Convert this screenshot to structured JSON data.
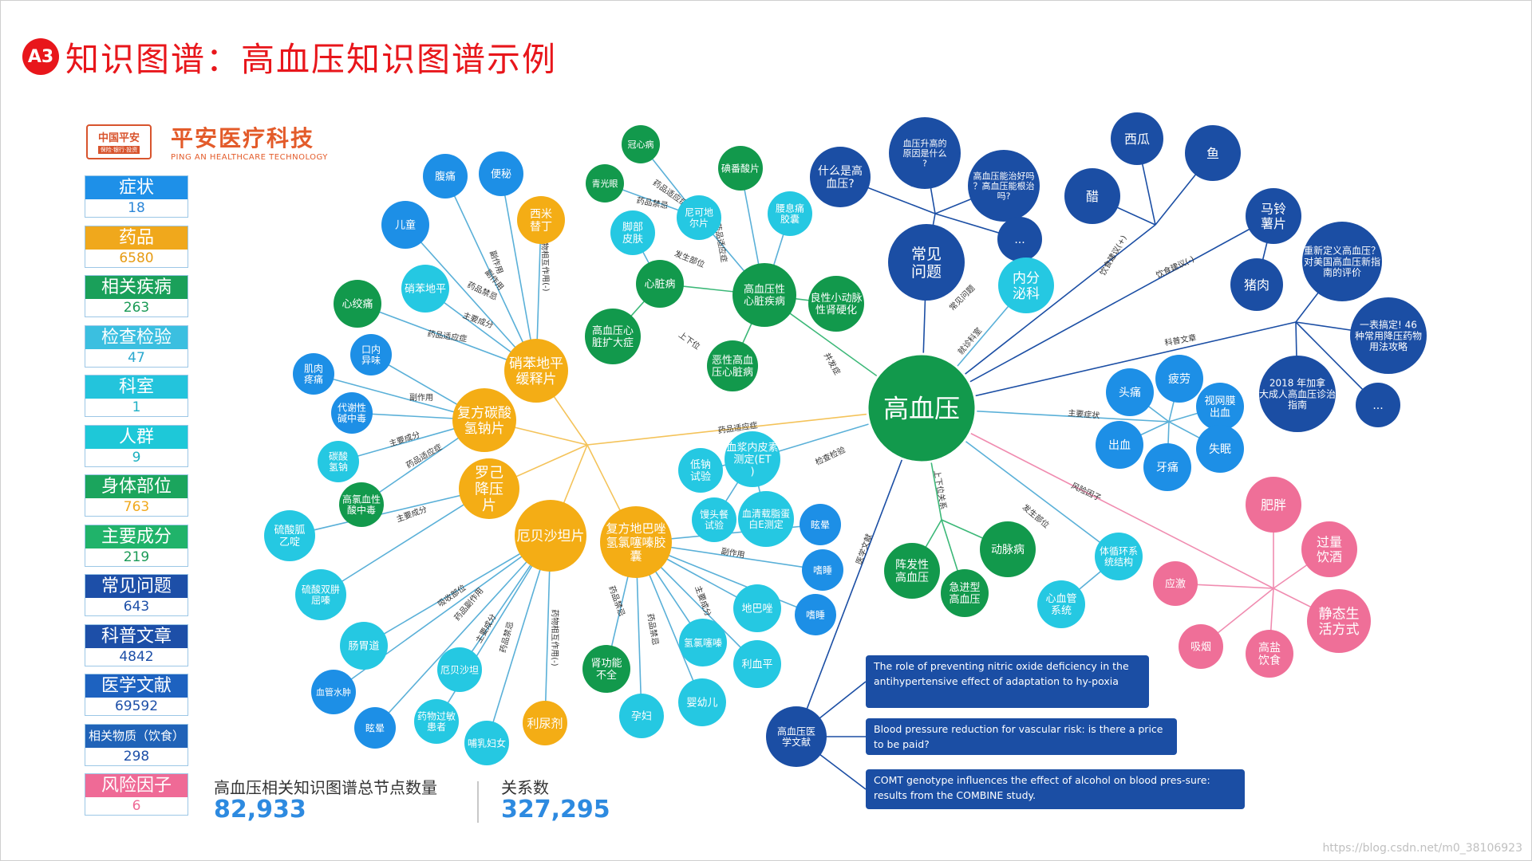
{
  "page": {
    "badge": "A3",
    "title": "知识图谱：高血压知识图谱示例",
    "watermark": "https://blog.csdn.net/m0_38106923"
  },
  "logo": {
    "box_line1": "中国平安",
    "box_line2": "保险·银行·投资",
    "brand_cn": "平安医疗科技",
    "brand_en": "PING AN HEALTHCARE TECHNOLOGY"
  },
  "legend": [
    {
      "label": "症状",
      "value": "18",
      "color": "#1e90e8",
      "valcolor": "#2b86d8"
    },
    {
      "label": "药品",
      "value": "6580",
      "color": "#f0a81c",
      "valcolor": "#e69b12"
    },
    {
      "label": "相关疾病",
      "value": "263",
      "color": "#1aa05a",
      "valcolor": "#1a9a56"
    },
    {
      "label": "检查检验",
      "value": "47",
      "color": "#3bbfe0",
      "valcolor": "#2aa8cf"
    },
    {
      "label": "科室",
      "value": "1",
      "color": "#23c4dc",
      "valcolor": "#1eb0c6"
    },
    {
      "label": "人群",
      "value": "9",
      "color": "#1ec8d8",
      "valcolor": "#18b0c0"
    },
    {
      "label": "身体部位",
      "value": "763",
      "color": "#1ba55d",
      "valcolor": "#f0a81c"
    },
    {
      "label": "主要成分",
      "value": "219",
      "color": "#20b36a",
      "valcolor": "#1a9a56"
    },
    {
      "label": "常见问题",
      "value": "643",
      "color": "#1d4fa8",
      "valcolor": "#1d4fa8"
    },
    {
      "label": "科普文章",
      "value": "4842",
      "color": "#1d4fa8",
      "valcolor": "#1d4fa8"
    },
    {
      "label": "医学文献",
      "value": "69592",
      "color": "#1d62c0",
      "valcolor": "#1d4fa8"
    },
    {
      "label": "相关物质（饮食）",
      "value": "298",
      "color": "#2063b8",
      "valcolor": "#1d4fa8",
      "small": true
    },
    {
      "label": "风险因子",
      "value": "6",
      "color": "#ef6a96",
      "valcolor": "#ef6a96"
    }
  ],
  "stats": {
    "nodes_label": "高血压相关知识图谱总节点数量",
    "nodes_value": "82,933",
    "relations_label": "关系数",
    "relations_value": "327,295"
  },
  "colors": {
    "yellow": "#f4ad15",
    "blue": "#1d8fe6",
    "green": "#12994c",
    "darkblue": "#1b4ea4",
    "cyan": "#25c8e2",
    "pink": "#ef6f98",
    "edge": "#5ab0d8"
  },
  "nodes": {
    "center": "高血压",
    "drug_nifedipine": "硝苯地平缓释片",
    "drug_compound": "复方碳酸氢钠片",
    "drug_luoji": "罗己降压片",
    "drug_ebesartan": "厄贝沙坦片",
    "drug_fufang_dibazol": "复方地巴唑氢氯噻嗪胶囊",
    "diuretic": "利尿剂",
    "fuqian": "腹痛",
    "bianmi": "便秘",
    "ximi": "西米替丁",
    "ertong": "儿童",
    "xbdp": "硝苯地平",
    "xinjiaotong": "心绞痛",
    "kounei": "口内异味",
    "jirou": "肌肉疼痛",
    "daixie": "代谢性碱中毒",
    "tansuan": "碳酸氢钠",
    "gaolv": "高氯血性酸中毒",
    "liusuan1": "硫酸胍乙啶",
    "liusuan2": "硫酸双肼屈嗪",
    "changwei": "肠胃道",
    "xueguan": "血管水肿",
    "eb": "厄贝沙坦",
    "xuanyun1": "眩晕",
    "yaowu": "药物过敏患者",
    "buru": "哺乳妇女",
    "guanxin": "冠心病",
    "qingguang": "青光眼",
    "dianmei": "碘番酸片",
    "nikedi": "尼可地尔片",
    "xiaohua": "腰息痛胶囊",
    "jiaobu": "脚部皮肤",
    "xinzang": "心脏病",
    "gaoxin": "高血压性心脏疾病",
    "liangxing": "良性小动脉性肾硬化",
    "gaoxinfei": "高血压心脏扩大症",
    "exing": "恶性高血压心脏病",
    "dina": "低钠试验",
    "xuejiang": "血浆内皮素测定(ET)",
    "mantou": "馒头餐试验",
    "xueqing": "血清载脂蛋白E测定",
    "xuanyun2": "眩晕",
    "shishui": "嗜睡",
    "shishui2": "嗜睡",
    "dibaxing": "地巴唑",
    "qinglv": "氢氯噻嗪",
    "lixueping": "利血平",
    "shengong": "肾功能不全",
    "yunfu": "孕妇",
    "yinger": "婴幼儿",
    "shenme": "什么是高血压?",
    "yuanyin": "血压升高的原因是什么?",
    "nengzhi": "高血压能治好吗？高血压能根治吗?",
    "more1": "...",
    "changjian": "常见问题",
    "neifen": "内分泌科",
    "xigua": "西瓜",
    "yu": "鱼",
    "cu": "醋",
    "malingshu": "马铃薯片",
    "zhurou": "猪肉",
    "chongxin": "重新定义高血压？对美国高血压新指南的评价",
    "yibiao": "一表搞定! 46 种常用降压药物用法攻略",
    "jianada": "2018 年加拿大成人高血压诊治指南",
    "more2": "...",
    "toutong": "头痛",
    "pilao": "疲劳",
    "shiwang": "视网膜出血",
    "chuxue": "出血",
    "yatong": "牙痛",
    "shimian": "失眠",
    "feipang": "肥胖",
    "guoliang": "过量饮酒",
    "yingji": "应激",
    "jingtai": "静态生活方式",
    "xiyan": "吸烟",
    "gaoyan": "高盐饮食",
    "zhenfa": "阵发性高血压",
    "dongmai": "动脉病",
    "jijin": "急进型高血压",
    "tixun": "体循环系统结构",
    "xinxue": "心血管系统",
    "wenxian": "高血压医学文献"
  },
  "edges": {
    "e_yaopin": "药品适应症",
    "e_fasheng1": "发生部位",
    "e_shangxia1": "上下位",
    "e_bingfa": "并发症",
    "e_jiuzhen": "就诊科室",
    "e_yinshi1": "饮食建议(+)",
    "e_yinshi2": "饮食建议(-)",
    "e_kepu": "科普文章",
    "e_zhuyao": "主要症状",
    "e_fengxian": "风险因子",
    "e_fasheng2": "发生部位",
    "e_shangxia2": "上下位关系",
    "e_yixue": "医学文献",
    "e_jiancha": "检查检验",
    "e_fuzuo1": "副作用",
    "e_zhuyao2": "主要成分",
    "e_yaopin2": "药品适应症",
    "e_zhuyao3": "主要成分",
    "e_fuzuo2": "副作用",
    "e_yaopinjj1": "药品禁忌",
    "e_zhuyao4": "主要成分",
    "e_yaopinjj2": "药品禁忌",
    "e_fuzuo3": "副作用",
    "e_xishou": "吸收部位",
    "e_yaopin3": "药品副作用",
    "e_zhuyao5": "主要成分",
    "e_yaopinjj3": "药品禁忌",
    "e_yaowu": "药物相互作用(-)",
    "e_yaopin4": "药品适应症",
    "e_zhuyao6": "主要成分",
    "e_yaopinjj4": "药品禁忌",
    "e_fuzuo4": "副作用",
    "e_yaopin5": "药品适应症",
    "e_yaopinjj5": "药品禁忌",
    "e_yaowu2": "药物相互作用(-)",
    "e_yaopinss": "药品适应症",
    "e_shangxia3": "上下位",
    "e_changjian": "常见问题"
  },
  "papers": [
    "The role of preventing nitric oxide deficiency in the antihypertensive effect of adaptation to hy-poxia",
    "Blood pressure reduction for vascular risk: is there a price to be paid?",
    "COMT genotype influences the effect of alcohol on blood pres-sure: results from the COMBINE study."
  ]
}
